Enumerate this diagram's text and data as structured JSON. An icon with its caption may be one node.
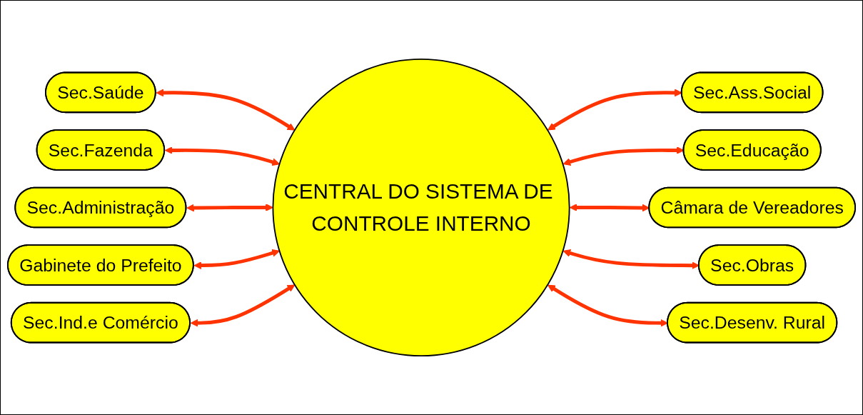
{
  "diagram": {
    "nodes": [
      {
        "text": [
          "Sec.Saúde"
        ]
      },
      {
        "text": [
          "Sec.Fazenda"
        ]
      },
      {
        "text": [
          "Sec.Ass.Social"
        ]
      },
      {
        "text": [
          "Sec.Administração"
        ]
      },
      {
        "text": [
          "Sec.Educação"
        ]
      },
      {
        "text": [
          "CENTRAL DO SISTEMA DE CONTROLE INTERNO"
        ]
      },
      {
        "text": [
          "Gabinete do Prefeito"
        ]
      },
      {
        "text": [
          "Câmara de Vereadores"
        ]
      },
      {
        "text": [
          "Sec.Ind.e Comércio"
        ]
      },
      {
        "text": [
          "Sec.Obras"
        ]
      },
      {
        "text": [
          "Sec.Desenv. Rural"
        ]
      }
    ],
    "edges": [
      {
        "from": 0,
        "to": 5,
        "arrow": "both"
      },
      {
        "from": 1,
        "to": 5,
        "arrow": "both"
      },
      {
        "from": 5,
        "to": 2,
        "arrow": "both"
      },
      {
        "from": 3,
        "to": 5,
        "arrow": "both"
      },
      {
        "from": 5,
        "to": 4,
        "arrow": "both"
      },
      {
        "from": 6,
        "to": 5,
        "arrow": "both"
      },
      {
        "from": 5,
        "to": 7,
        "arrow": "both"
      },
      {
        "from": 8,
        "to": 5,
        "arrow": "both"
      },
      {
        "from": 5,
        "to": 9,
        "arrow": "both"
      },
      {
        "from": 5,
        "to": 10,
        "arrow": "both"
      }
    ]
  }
}
